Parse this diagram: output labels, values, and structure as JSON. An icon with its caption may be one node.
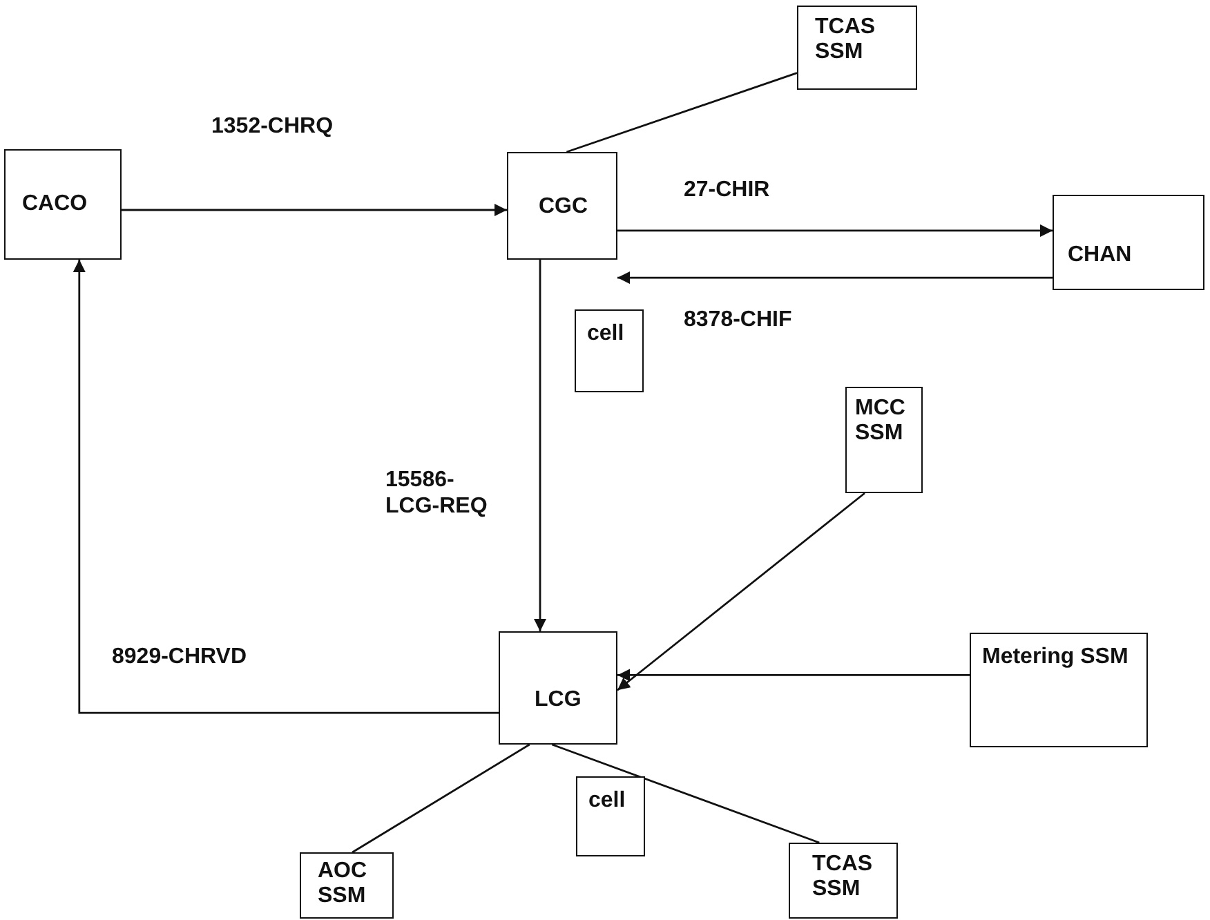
{
  "diagram": {
    "nodes": [
      {
        "text": [
          "TCAS SSM"
        ]
      },
      {
        "text": [
          "CACO"
        ]
      },
      {
        "text": [
          "CGC"
        ]
      },
      {
        "text": [
          "CHAN"
        ]
      },
      {
        "text": [
          "cell"
        ]
      },
      {
        "text": [
          "MCC SSM"
        ]
      },
      {
        "text": [
          "LCG"
        ]
      },
      {
        "text": [
          "Metering SSM"
        ]
      },
      {
        "text": [
          "cell"
        ]
      },
      {
        "text": [
          "AOC SSM"
        ]
      },
      {
        "text": [
          "TCAS SSM"
        ]
      }
    ],
    "edges": [
      {
        "from": 1,
        "to": 2,
        "arrow": "to",
        "label": "1352-CHRQ"
      },
      {
        "from": 2,
        "to": 0,
        "arrow": "none"
      },
      {
        "from": 2,
        "to": 3,
        "arrow": "to",
        "label": "27-CHIR"
      },
      {
        "from": 3,
        "to": 2,
        "arrow": "to",
        "label": "8378-CHIF"
      },
      {
        "from": 2,
        "to": 6,
        "arrow": "to",
        "label": "15586- LCG-REQ"
      },
      {
        "from": 6,
        "to": 1,
        "arrow": "to",
        "label": "8929-CHRVD"
      },
      {
        "from": 5,
        "to": 6,
        "arrow": "to"
      },
      {
        "from": 7,
        "to": 6,
        "arrow": "to"
      },
      {
        "from": 6,
        "to": 9,
        "arrow": "none"
      },
      {
        "from": 6,
        "to": 10,
        "arrow": "none"
      }
    ]
  }
}
